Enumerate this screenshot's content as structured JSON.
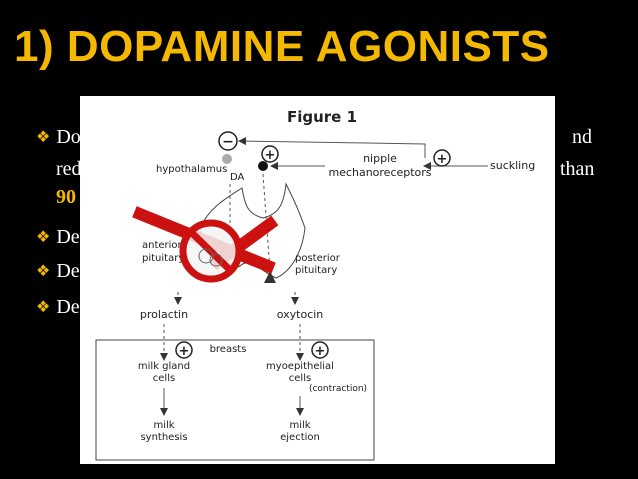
{
  "slide": {
    "title": "1) DOPAMINE AGONISTS",
    "bullets": [
      {
        "left": "Do",
        "right": "nd"
      },
      {
        "left": "red",
        "right": "than"
      },
      {
        "left": "90"
      },
      {
        "left": "De"
      },
      {
        "left": "De"
      },
      {
        "left": "De"
      }
    ]
  },
  "figure": {
    "title": "Figure 1",
    "labels": {
      "hypothalamus": "hypothalamus",
      "da": "DA",
      "nipple": "nipple",
      "mechanoreceptors": "mechanoreceptors",
      "suckling": "suckling",
      "anterior": "anterior",
      "pituitary_a": "pituitary",
      "posterior": "posterior",
      "pituitary_p": "pituitary",
      "prolactin": "prolactin",
      "oxytocin": "oxytocin",
      "breasts": "breasts",
      "milk_gland": "milk gland",
      "cells_1": "cells",
      "myoepithelial": "myoepithelial",
      "cells_2": "cells",
      "contraction": "(contraction)",
      "milk_1": "milk",
      "synthesis": "synthesis",
      "milk_2": "milk",
      "ejection": "ejection"
    },
    "signs": {
      "minus": "−",
      "plus": "+"
    }
  },
  "colors": {
    "title": "#f5b800",
    "prohibition": "#cc1111",
    "background": "#000000"
  }
}
